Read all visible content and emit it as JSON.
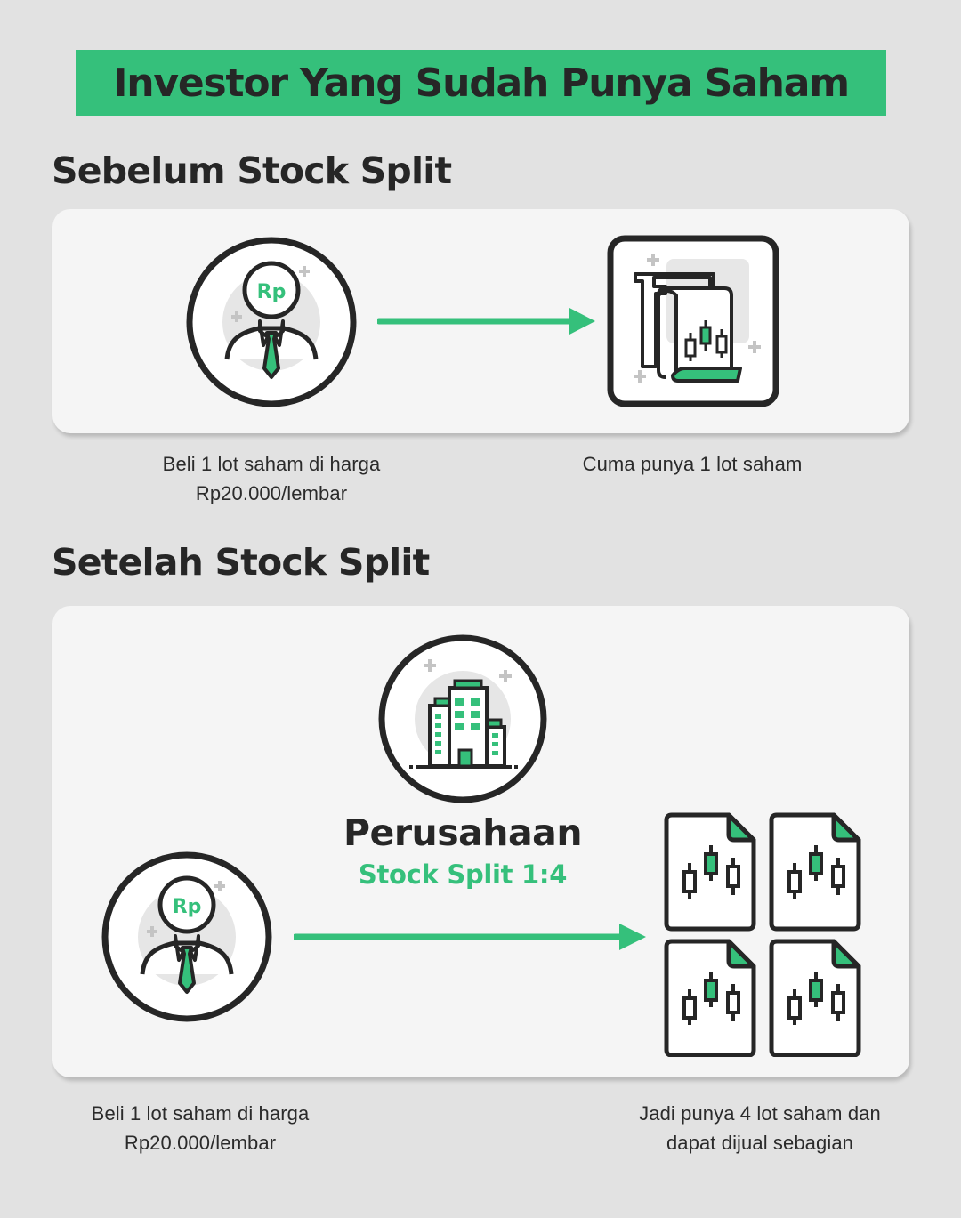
{
  "header": {
    "title": "Investor Yang Sudah Punya Saham"
  },
  "colors": {
    "accent": "#35c07b",
    "dark": "#262626",
    "background": "#e2e2e2",
    "card": "#f5f5f5"
  },
  "before": {
    "title": "Sebelum Stock Split",
    "investor_icon_label": "Rp",
    "caption_left_line1": "Beli 1 lot saham di harga",
    "caption_left_line2": "Rp20.000/lembar",
    "caption_right": "Cuma punya 1 lot saham"
  },
  "after": {
    "title": "Setelah Stock Split",
    "company_name": "Perusahaan",
    "company_action": "Stock Split 1:4",
    "investor_icon_label": "Rp",
    "caption_left_line1": "Beli 1 lot saham di harga",
    "caption_left_line2": "Rp20.000/lembar",
    "caption_right_line1": "Jadi punya 4 lot saham dan",
    "caption_right_line2": "dapat dijual sebagian"
  },
  "icons": {
    "investor": "investor-rp-icon",
    "stock_document": "stock-document-icon",
    "company": "company-building-icon",
    "arrow": "arrow-right-icon"
  }
}
